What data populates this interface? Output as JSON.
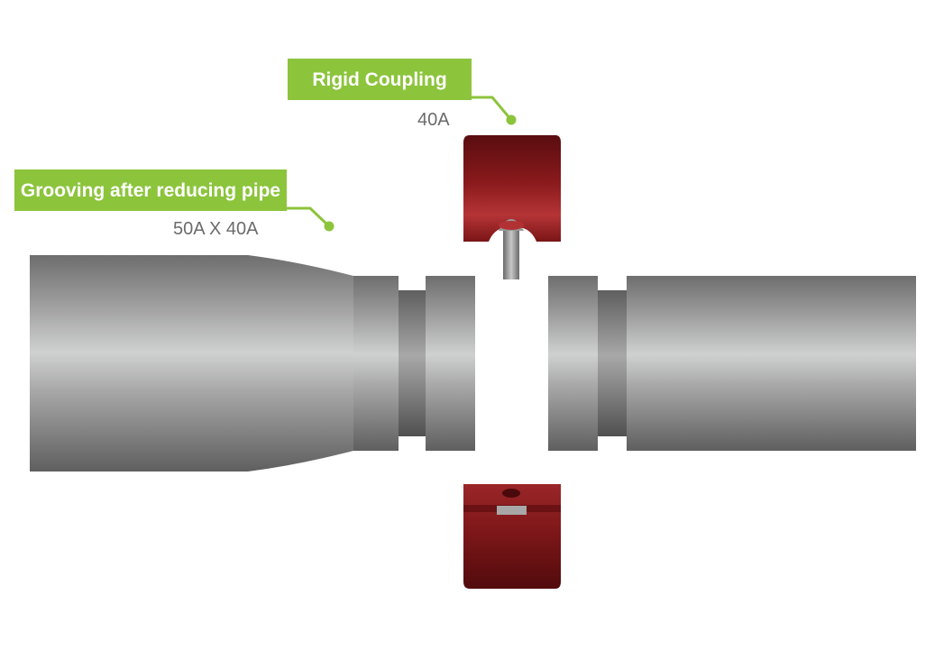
{
  "callouts": {
    "coupling": {
      "title": "Rigid Coupling",
      "size": "40A"
    },
    "grooving": {
      "title": "Grooving after reducing pipe",
      "size": "50A X 40A"
    }
  },
  "colors": {
    "accent_green": "#8cc43c",
    "coupling_red": "#8a1a1c",
    "pipe_gray": "#9a9a9a",
    "label_gray": "#6b6b6b"
  }
}
